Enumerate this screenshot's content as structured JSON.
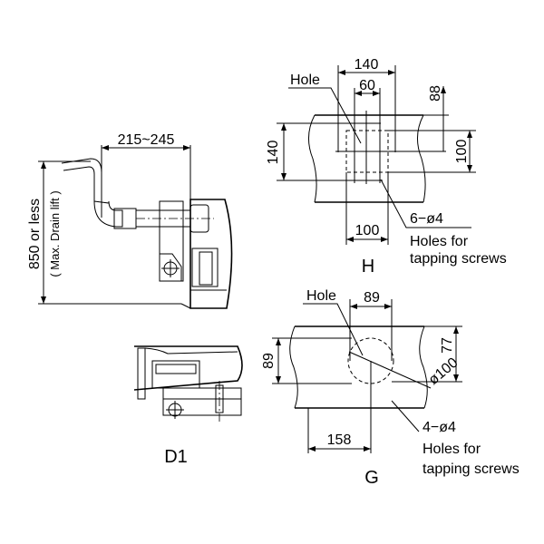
{
  "side_view": {
    "width_dim": "215~245",
    "height_dim": "850 or less",
    "height_note": "( Max. Drain lift )"
  },
  "bottom_view": {
    "label": "D1"
  },
  "view_h": {
    "label": "H",
    "hole_label": "Hole",
    "dim_top_outer": "140",
    "dim_top_inner": "60",
    "dim_left": "140",
    "dim_right_offset": "88",
    "dim_right": "100",
    "dim_bottom": "100",
    "screw_spec": "6−ø4",
    "screw_note_1": "Holes for",
    "screw_note_2": "tapping screws"
  },
  "view_g": {
    "label": "G",
    "hole_label": "Hole",
    "dim_top": "89",
    "dim_left": "89",
    "dim_right": "77",
    "dim_bottom": "158",
    "diameter": "ø100",
    "screw_spec": "4−ø4",
    "screw_note_1": "Holes for",
    "screw_note_2": "tapping screws"
  }
}
